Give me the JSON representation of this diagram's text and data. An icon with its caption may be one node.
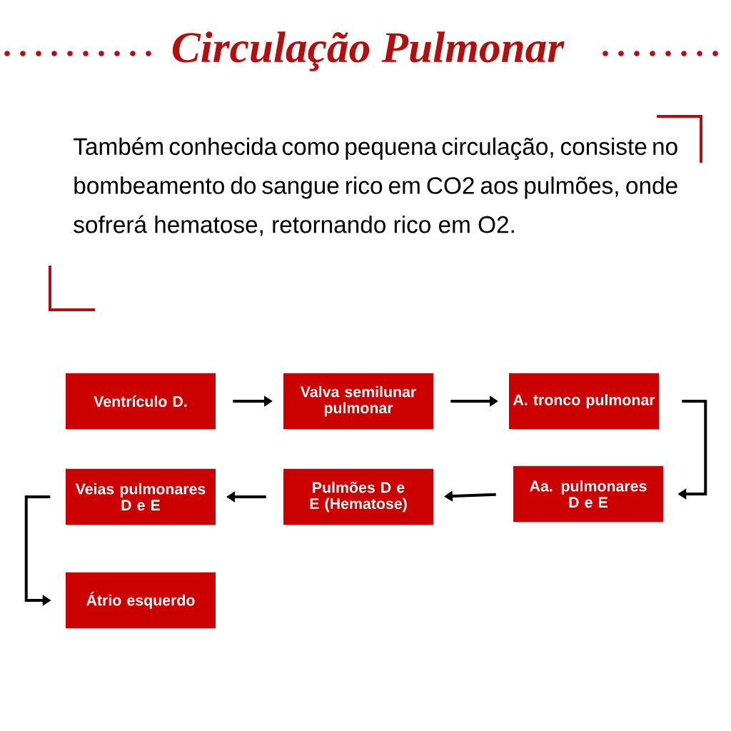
{
  "diagram": {
    "title": "Circulação Pulmonar",
    "nodes": [
      {
        "text": [
          "Ventrículo D."
        ]
      },
      {
        "text": [
          "Valva semilunar pulmonar"
        ]
      },
      {
        "text": [
          "A. tronco pulmonar"
        ]
      },
      {
        "text": [
          "Aa. pulmonares D e E"
        ]
      },
      {
        "text": [
          "Pulmões D e E (Hematose)"
        ]
      },
      {
        "text": [
          "Veias pulmonares D e E"
        ]
      },
      {
        "text": [
          "Átrio esquerdo"
        ]
      }
    ],
    "edges": [
      {
        "from": 0,
        "to": 1,
        "arrow": "to"
      },
      {
        "from": 1,
        "to": 2,
        "arrow": "to"
      },
      {
        "from": 2,
        "to": 3,
        "arrow": "to"
      },
      {
        "from": 3,
        "to": 4,
        "arrow": "to"
      },
      {
        "from": 4,
        "to": 5,
        "arrow": "to"
      },
      {
        "from": 5,
        "to": 6,
        "arrow": "to"
      }
    ],
    "labels": [
      "Também conhecida como pequena circulação, consiste no bombeamento do sangue rico em CO2 aos pulmões, onde sofrerá hematose, retornando rico em O2."
    ]
  }
}
